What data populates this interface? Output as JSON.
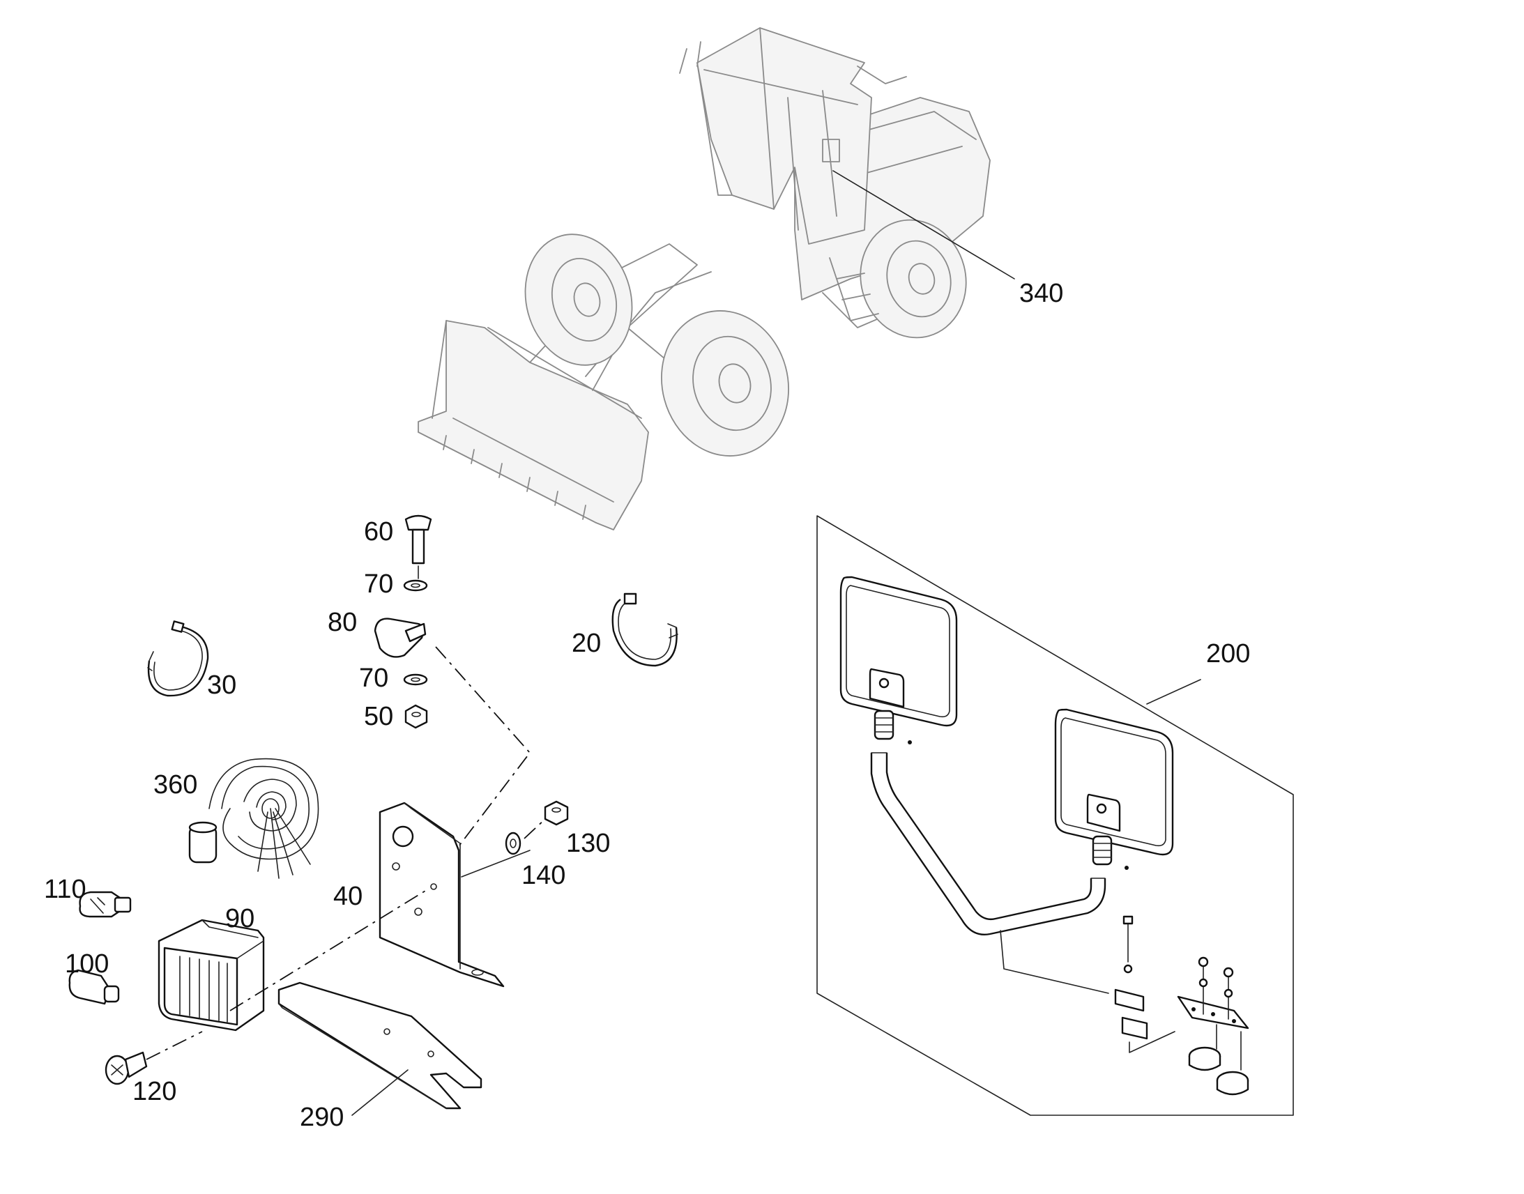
{
  "callouts": {
    "c340": "340",
    "c200": "200",
    "c60": "60",
    "c70a": "70",
    "c80": "80",
    "c70b": "70",
    "c50": "50",
    "c30": "30",
    "c20": "20",
    "c360": "360",
    "c130": "130",
    "c140": "140",
    "c110": "110",
    "c90": "90",
    "c40": "40",
    "c100": "100",
    "c120": "120",
    "c290": "290"
  },
  "icons": {
    "loader": "wheel-loader-illustration",
    "mirror": "mirror-assembly-illustration",
    "lamp": "work-lamp-illustration",
    "bracket": "mounting-bracket-illustration"
  }
}
